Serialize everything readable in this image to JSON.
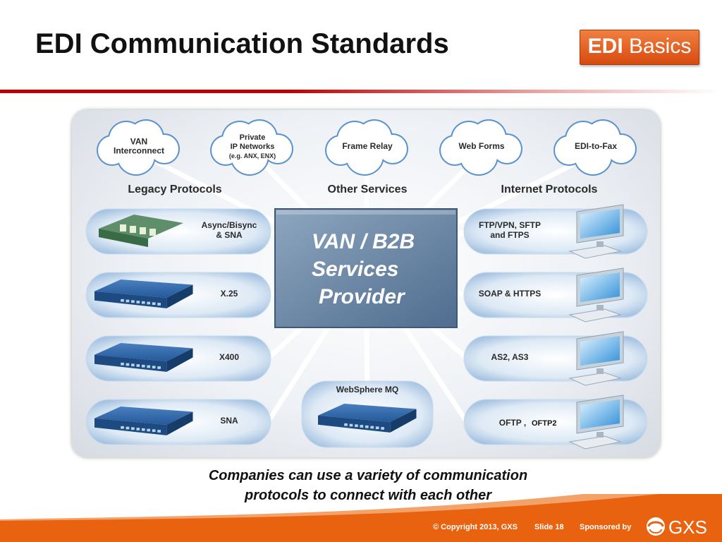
{
  "slide": {
    "title": "EDI Communication Standards",
    "logo_text_bold": "EDI",
    "logo_text_regular": " Basics",
    "caption_line1": "Companies can use a variety of communication",
    "caption_line2": "protocols to connect with each other",
    "copyright": "© Copyright 2013, GXS",
    "slide_number": "Slide 18",
    "sponsored_by": "Sponsored by",
    "sponsor_logo_text": "GXS",
    "accent_red": "#c00000",
    "footer_orange": "#e8620f"
  },
  "diagram": {
    "center": {
      "line1": "VAN / B2B",
      "line2": "Services",
      "line3": "Provider"
    },
    "clouds": [
      {
        "lines": [
          "VAN",
          "Interconnect"
        ]
      },
      {
        "lines": [
          "Private",
          "IP Networks",
          "(e.g. ANX, ENX)"
        ]
      },
      {
        "lines": [
          "Frame Relay"
        ]
      },
      {
        "lines": [
          "Web Forms"
        ]
      },
      {
        "lines": [
          "EDI-to-Fax"
        ]
      }
    ],
    "section_labels": {
      "legacy": "Legacy Protocols",
      "other": "Other Services",
      "internet": "Internet Protocols"
    },
    "legacy_items": [
      {
        "lines": [
          "Async/Bisync",
          "& SNA"
        ],
        "device": "modem"
      },
      {
        "lines": [
          "X.25"
        ],
        "device": "switch"
      },
      {
        "lines": [
          "X400"
        ],
        "device": "switch"
      },
      {
        "lines": [
          "SNA"
        ],
        "device": "switch"
      }
    ],
    "internet_items": [
      {
        "lines": [
          "FTP/VPN, SFTP",
          "and FTPS"
        ]
      },
      {
        "lines": [
          "SOAP & HTTPS"
        ]
      },
      {
        "lines": [
          "AS2, AS3"
        ]
      },
      {
        "lines": [
          "OFTP ,",
          "OFTP2"
        ]
      }
    ],
    "bottom_item": {
      "label": "WebSphere MQ",
      "device": "switch"
    }
  }
}
